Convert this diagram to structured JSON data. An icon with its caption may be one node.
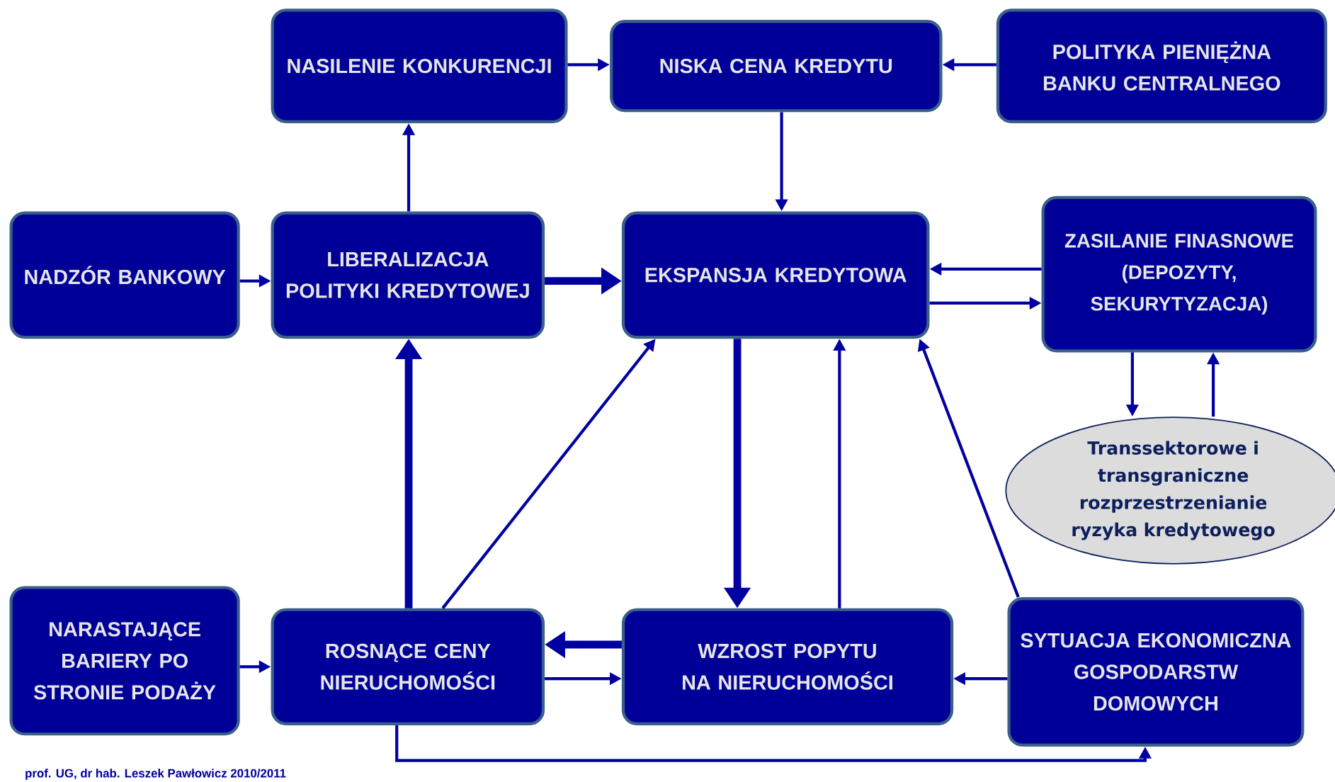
{
  "diagram": {
    "nodes": [
      {
        "text": [
          "NASILENIE KONKURENCJI"
        ]
      },
      {
        "text": [
          "NISKA CENA KREDYTU"
        ]
      },
      {
        "text": [
          "POLITYKA PIENIĘŻNA BANKU CENTRALNEGO"
        ]
      },
      {
        "text": [
          "NADZÓR BANKOWY"
        ]
      },
      {
        "text": [
          "LIBERALIZACJA POLITYKI KREDYTOWEJ"
        ]
      },
      {
        "text": [
          "EKSPANSJA KREDYTOWA"
        ]
      },
      {
        "text": [
          "ZASILANIE FINASNOWE (DEPOZYTY, SEKURYTYZACJA)"
        ]
      },
      {
        "text": [
          "Transsektorowe i transgraniczne rozprzestrzenianie ryzyka kredytowego"
        ]
      },
      {
        "text": [
          "NARASTAJĄCE BARIERY PO STRONIE PODAŻY"
        ]
      },
      {
        "text": [
          "ROSNĄCE CENY NIERUCHOMOŚCI"
        ]
      },
      {
        "text": [
          "WZROST POPYTU NA NIERUCHOMOŚCI"
        ]
      },
      {
        "text": [
          "SYTUACJA EKONOMICZNA GOSPODARSTW DOMOWYCH"
        ]
      }
    ],
    "edges": [
      {
        "from": 0,
        "to": 1,
        "arrow": "to"
      },
      {
        "from": 2,
        "to": 1,
        "arrow": "to"
      },
      {
        "from": 1,
        "to": 5,
        "arrow": "to"
      },
      {
        "from": 4,
        "to": 0,
        "arrow": "to"
      },
      {
        "from": 3,
        "to": 4,
        "arrow": "to"
      },
      {
        "from": 4,
        "to": 5,
        "arrow": "to",
        "style": "thick"
      },
      {
        "from": 6,
        "to": 5,
        "arrow": "to"
      },
      {
        "from": 5,
        "to": 6,
        "arrow": "to"
      },
      {
        "from": 6,
        "to": 7,
        "arrow": "to"
      },
      {
        "from": 7,
        "to": 6,
        "arrow": "to"
      },
      {
        "from": 9,
        "to": 4,
        "arrow": "to",
        "style": "thick"
      },
      {
        "from": 9,
        "to": 5,
        "arrow": "to"
      },
      {
        "from": 5,
        "to": 10,
        "arrow": "to",
        "style": "thick"
      },
      {
        "from": 10,
        "to": 5,
        "arrow": "to"
      },
      {
        "from": 11,
        "to": 5,
        "arrow": "to"
      },
      {
        "from": 8,
        "to": 9,
        "arrow": "to"
      },
      {
        "from": 10,
        "to": 9,
        "arrow": "to",
        "style": "thick"
      },
      {
        "from": 9,
        "to": 10,
        "arrow": "to"
      },
      {
        "from": 11,
        "to": 10,
        "arrow": "to"
      },
      {
        "from": 9,
        "to": 11,
        "arrow": "to"
      }
    ],
    "labels": [
      "prof. UG, dr hab. Leszek Pawłowicz 2010/2011"
    ]
  }
}
